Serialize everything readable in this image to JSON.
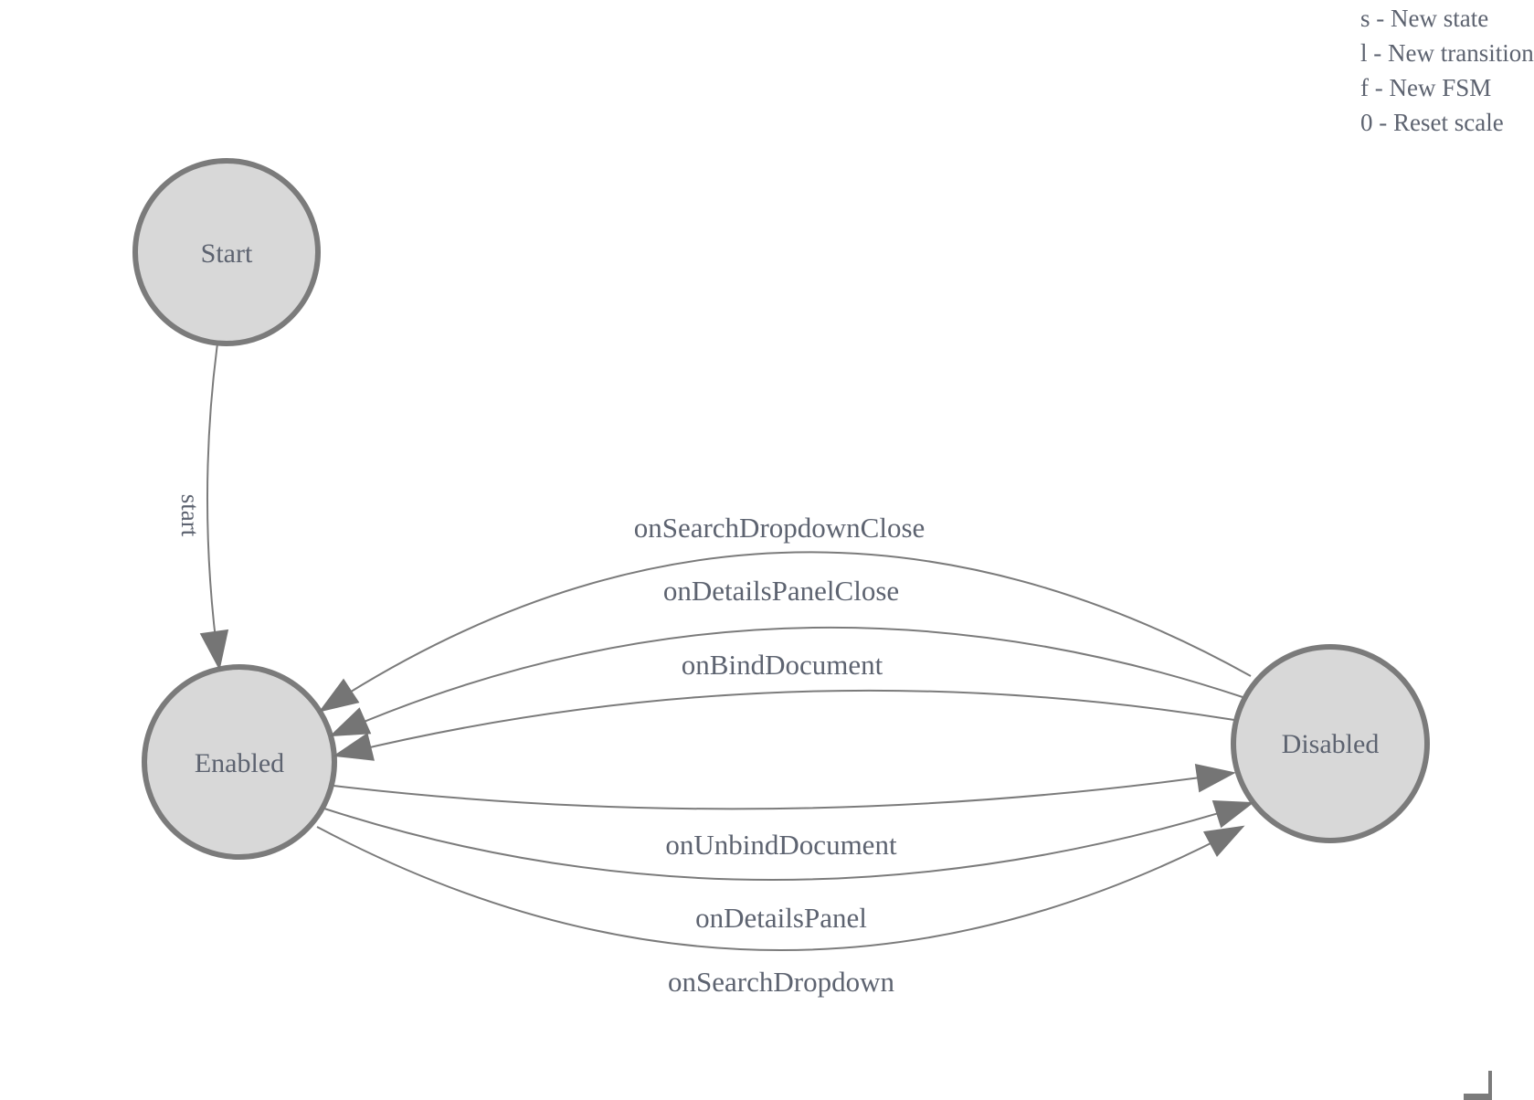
{
  "legend": {
    "lines": [
      "s - New state",
      "l - New transition",
      "f - New FSM",
      "0 - Reset scale"
    ]
  },
  "diagram": {
    "states": {
      "start": {
        "label": "Start"
      },
      "enabled": {
        "label": "Enabled"
      },
      "disabled": {
        "label": "Disabled"
      }
    },
    "transitions": {
      "start": {
        "label": "start",
        "from": "Start",
        "to": "Enabled"
      },
      "onSearchDropdownClose": {
        "label": "onSearchDropdownClose",
        "from": "Disabled",
        "to": "Enabled"
      },
      "onDetailsPanelClose": {
        "label": "onDetailsPanelClose",
        "from": "Disabled",
        "to": "Enabled"
      },
      "onBindDocument": {
        "label": "onBindDocument",
        "from": "Disabled",
        "to": "Enabled"
      },
      "onUnbindDocument": {
        "label": "onUnbindDocument",
        "from": "Enabled",
        "to": "Disabled"
      },
      "onDetailsPanel": {
        "label": "onDetailsPanel",
        "from": "Enabled",
        "to": "Disabled"
      },
      "onSearchDropdown": {
        "label": "onSearchDropdown",
        "from": "Enabled",
        "to": "Disabled"
      }
    }
  },
  "colors": {
    "node_fill": "#d8d8d8",
    "node_stroke": "#7b7b7b",
    "edge": "#7b7b7b",
    "arrow": "#757575",
    "text": "#5d6370",
    "background": "#ffffff"
  }
}
